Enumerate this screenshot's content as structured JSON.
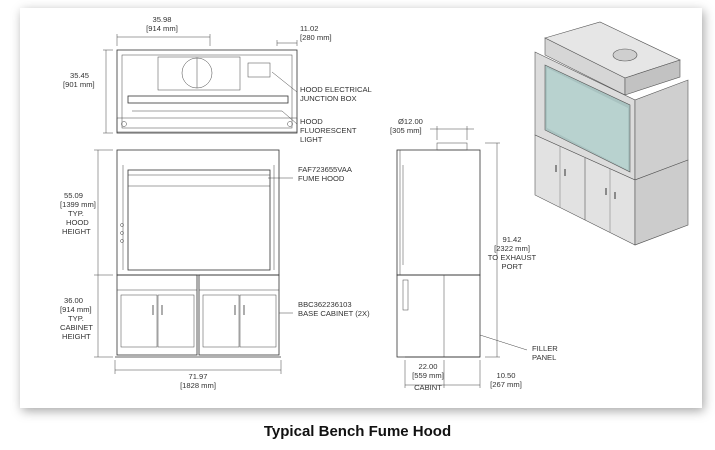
{
  "caption": "Typical Bench Fume Hood",
  "dimensions": {
    "top_width": "35.98",
    "top_width_mm": "[914 mm]",
    "junction_offset": "11.02",
    "junction_offset_mm": "[280 mm]",
    "top_height": "35.45",
    "top_height_mm": "[901 mm]",
    "hood_height": "55.09",
    "hood_height_mm": "[1399 mm]",
    "hood_height_note": [
      "TYP.",
      "HOOD",
      "HEIGHT"
    ],
    "cabinet_height": "36.00",
    "cabinet_height_mm": "[914 mm]",
    "cabinet_height_note": [
      "TYP.",
      "CABINET",
      "HEIGHT"
    ],
    "overall_width": "71.97",
    "overall_width_mm": "[1828 mm]",
    "exhaust_dia": "Ø12.00",
    "exhaust_dia_mm": "[305 mm]",
    "exhaust_height": "91.42",
    "exhaust_height_mm": "[2322 mm]",
    "exhaust_note": [
      "TO EXHAUST",
      "PORT"
    ],
    "cabinet_depth": "22.00",
    "cabinet_depth_mm": "[559 mm]",
    "cabinet_depth_note": "CABINT",
    "filler_depth": "10.50",
    "filler_depth_mm": "[267 mm]"
  },
  "callouts": {
    "junction_box": [
      "HOOD ELECTRICAL",
      "JUNCTION BOX"
    ],
    "fluorescent": [
      "HOOD",
      "FLUORESCENT",
      "LIGHT"
    ],
    "fume_hood": [
      "FAF723655VAA",
      "FUME HOOD"
    ],
    "base_cabinet": [
      "BBC362236103",
      "BASE CABINET (2X)"
    ],
    "filler_panel": [
      "FILLER",
      "PANEL"
    ]
  }
}
